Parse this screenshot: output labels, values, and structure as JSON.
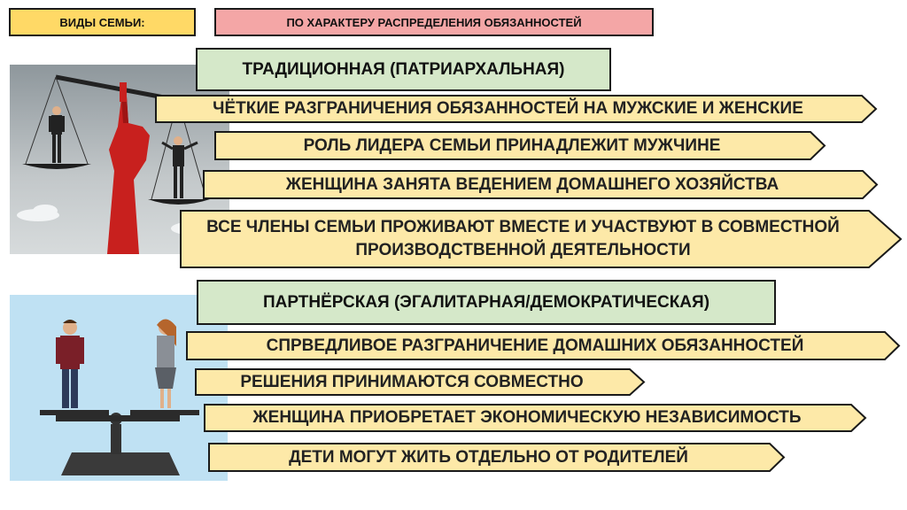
{
  "header": {
    "types_label": "ВИДЫ СЕМЬИ:",
    "criterion_label": "ПО ХАРАКТЕРУ РАСПРЕДЕЛЕНИЯ ОБЯЗАННОСТЕЙ"
  },
  "traditional": {
    "title": "ТРАДИЦИОННАЯ (ПАТРИАРХАЛЬНАЯ)",
    "items": [
      "ЧЁТКИЕ РАЗГРАНИЧЕНИЯ ОБЯЗАННОСТЕЙ НА МУЖСКИЕ И ЖЕНСКИЕ",
      "РОЛЬ ЛИДЕРА СЕМЬИ ПРИНАДЛЕЖИТ МУЖЧИНЕ",
      "ЖЕНЩИНА ЗАНЯТА ВЕДЕНИЕМ ДОМАШНЕГО ХОЗЯЙСТВА",
      "ВСЕ ЧЛЕНЫ СЕМЬИ ПРОЖИВАЮТ ВМЕСТЕ И  УЧАСТВУЮТ В СОВМЕСТНОЙ ПРОИЗВОДСТВЕННОЙ ДЕЯТЕЛЬНОСТИ"
    ]
  },
  "partner": {
    "title": "ПАРТНЁРСКАЯ (ЭГАЛИТАРНАЯ/ДЕМОКРАТИЧЕСКАЯ)",
    "items": [
      "СПРВЕДЛИВОЕ РАЗГРАНИЧЕНИЕ ДОМАШНИХ ОБЯЗАННОСТЕЙ",
      "РЕШЕНИЯ ПРИНИМАЮТСЯ СОВМЕСТНО",
      "ЖЕНЩИНА ПРИОБРЕТАЕТ ЭКОНОМИЧЕСКУЮ НЕЗАВИСИМОСТЬ",
      "ДЕТИ МОГУТ ЖИТЬ ОТДЕЛЬНО ОТ РОДИТЕЛЕЙ"
    ]
  },
  "colors": {
    "header_yellow": "#ffd966",
    "header_pink": "#f4a6a6",
    "title_green": "#d5e8c9",
    "arrow_fill": "#fde9a8"
  },
  "icons": [
    "unbalanced-scales-illustration",
    "balanced-scales-illustration"
  ]
}
